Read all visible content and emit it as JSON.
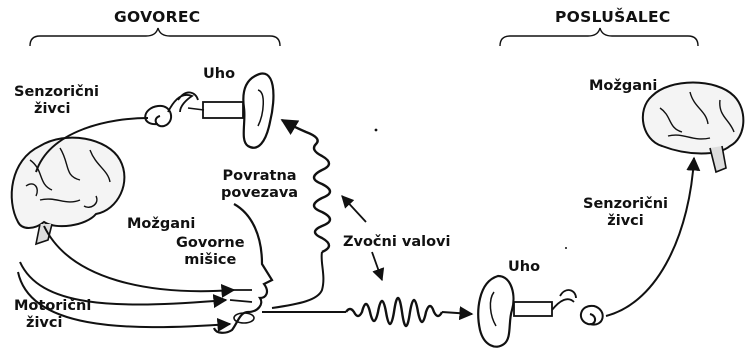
{
  "headers": {
    "speaker": "GOVOREC",
    "listener": "POSLUŠALEC"
  },
  "speaker": {
    "ear": "Uho",
    "sensory_nerves": [
      "Senzorični",
      "živci"
    ],
    "feedback": [
      "Povratna",
      "povezava"
    ],
    "brain": "Možgani",
    "speech_muscles": [
      "Govorne",
      "mišice"
    ],
    "motor_nerves": [
      "Motorični",
      "živci"
    ]
  },
  "sound_waves": "Zvočni valovi",
  "listener": {
    "brain": "Možgani",
    "sensory_nerves": [
      "Senzorični",
      "živci"
    ],
    "ear": "Uho"
  },
  "colors": {
    "line": "#111111",
    "background": "#ffffff"
  }
}
